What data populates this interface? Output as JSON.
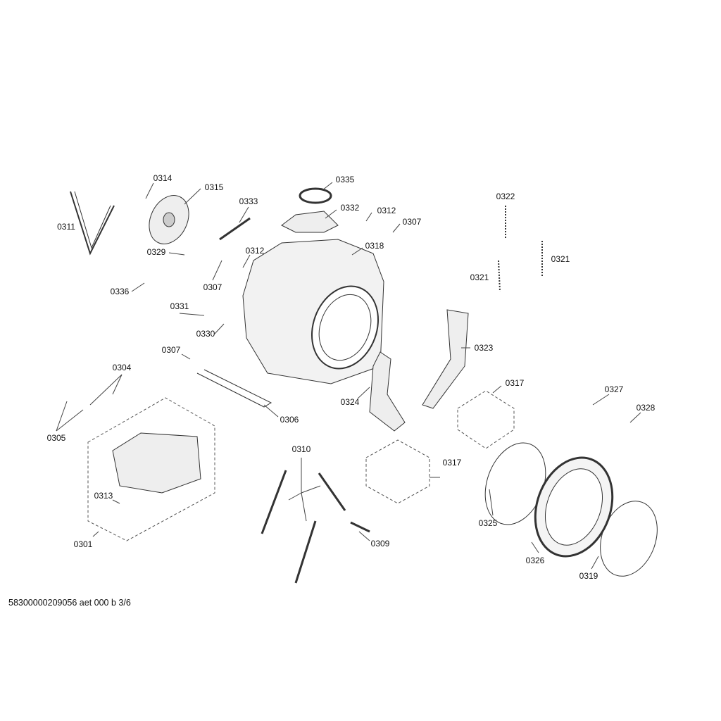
{
  "diagram": {
    "labels": [
      "0314",
      "0315",
      "0333",
      "0335",
      "0332",
      "0312",
      "0307",
      "0318",
      "0322",
      "0321",
      "0321",
      "0311",
      "0329",
      "0312",
      "0307",
      "0336",
      "0331",
      "0330",
      "0323",
      "0307",
      "0304",
      "0306",
      "0324",
      "0317",
      "0327",
      "0328",
      "0305",
      "0310",
      "0317",
      "0313",
      "0325",
      "0326",
      "0309",
      "0301",
      "0319"
    ],
    "footer": "58300000209056 aet 000 b 3/6"
  }
}
